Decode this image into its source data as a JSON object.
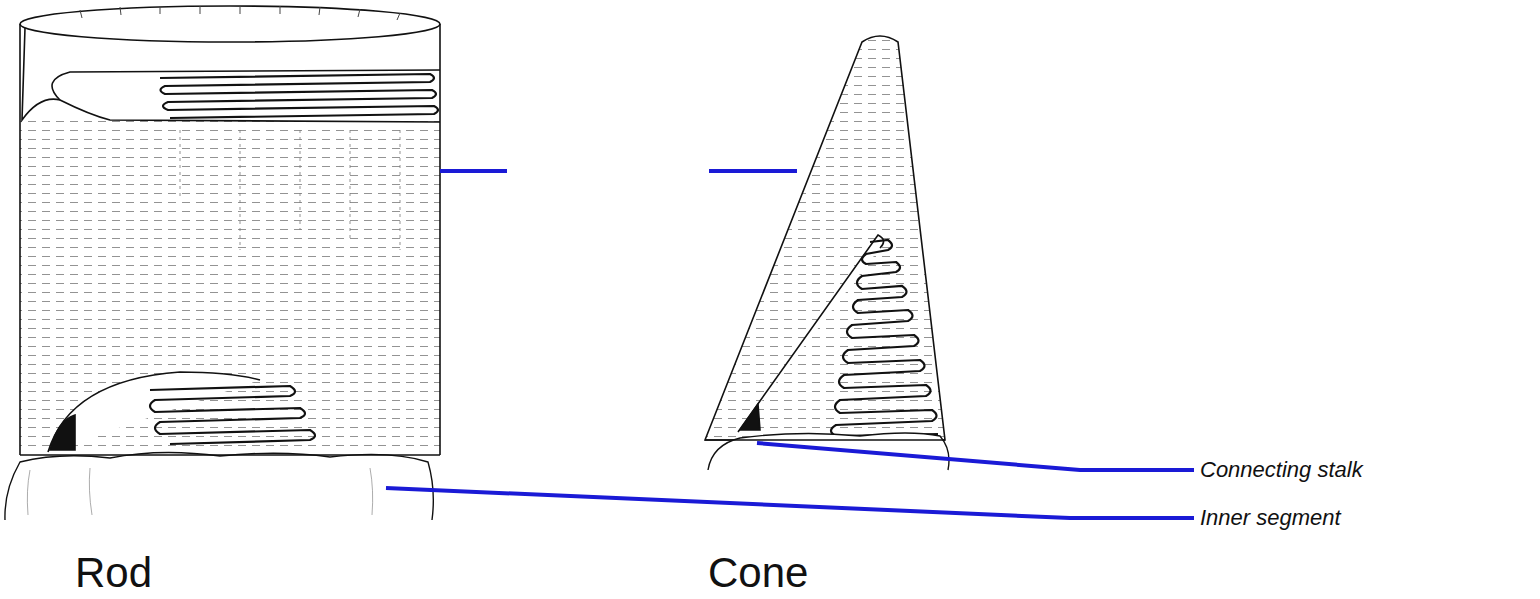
{
  "diagram": {
    "labels": [
      "Connecting stalk",
      "Inner segment",
      "Rod",
      "Cone"
    ]
  }
}
